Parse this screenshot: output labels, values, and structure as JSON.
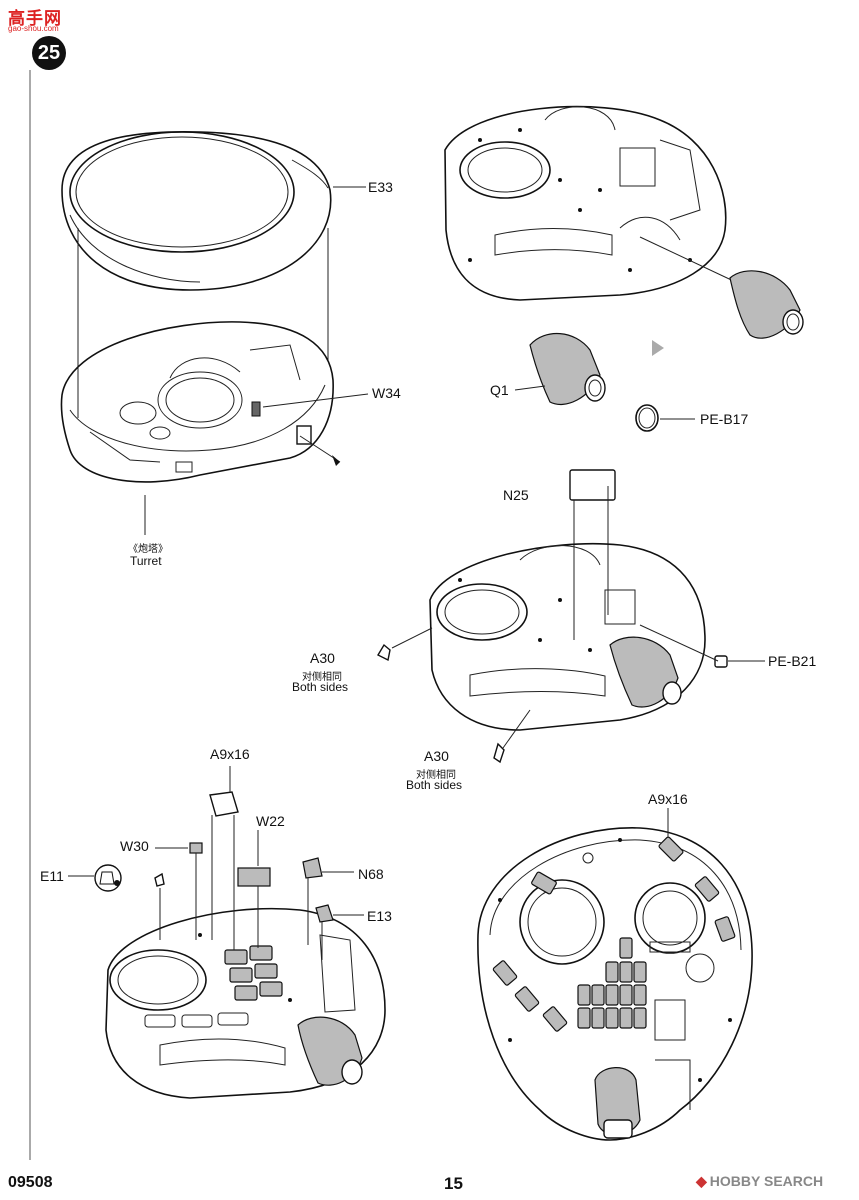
{
  "site_logo": {
    "text": "高手网",
    "url_text": "gao-shou.com"
  },
  "step": {
    "number": "25"
  },
  "labels": {
    "e33": "E33",
    "w34": "W34",
    "q1": "Q1",
    "pe_b17": "PE-B17",
    "n25": "N25",
    "pe_b21": "PE-B21",
    "a30_left": "A30",
    "a30_left_cn": "对侧相同",
    "a30_left_en": "Both sides",
    "a30_right": "A30",
    "a30_right_cn": "对侧相同",
    "a30_right_en": "Both sides",
    "a9x16_left": "A9x16",
    "a9x16_right": "A9x16",
    "w22": "W22",
    "w30": "W30",
    "e11": "E11",
    "n68": "N68",
    "e13": "E13",
    "turret_cn": "《炮塔》",
    "turret_en": "Turret"
  },
  "footer": {
    "product_code": "09508",
    "page_number": "15",
    "watermark": "HOBBY SEARCH"
  },
  "icons": [
    "step-badge",
    "glue-icon",
    "direction-arrow-icon",
    "hobbysearch-logo-icon"
  ]
}
